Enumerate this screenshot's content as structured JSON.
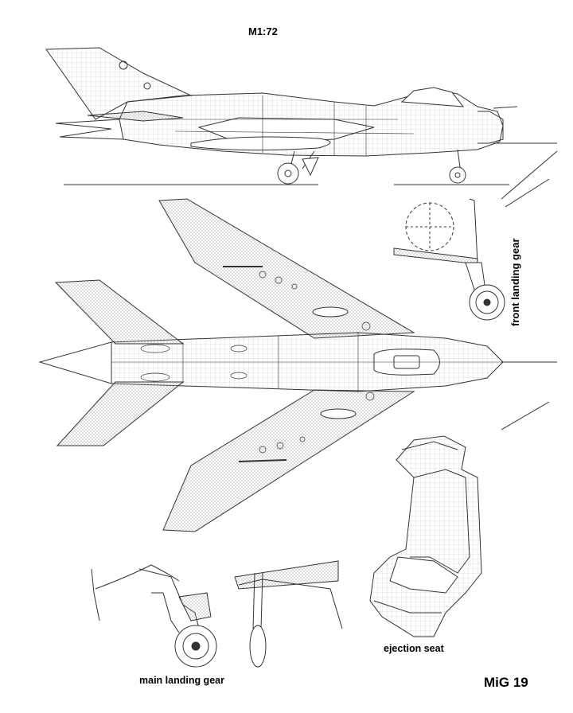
{
  "labels": {
    "scale": "M1:72",
    "front_landing_gear": "front landing gear",
    "main_landing_gear": "main landing gear",
    "ejection_seat": "ejection seat",
    "model": "MiG 19"
  },
  "colors": {
    "line": "#333333",
    "hatch": "#9a9a9a",
    "background": "#ffffff"
  }
}
